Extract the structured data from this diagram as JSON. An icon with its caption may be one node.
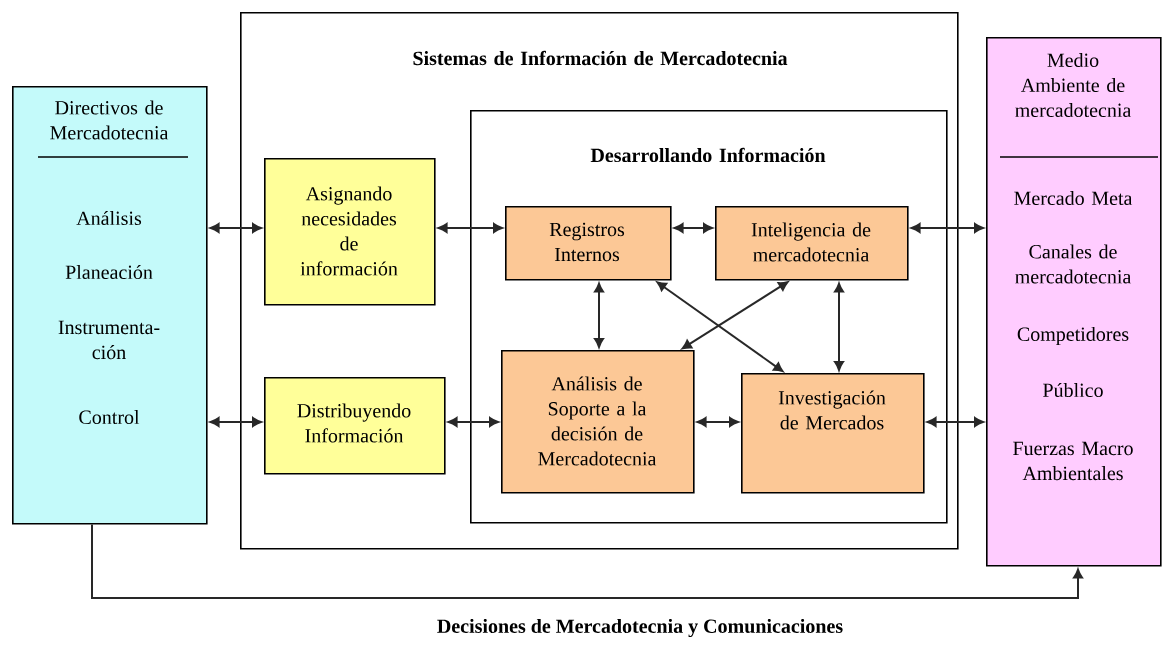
{
  "diagram": {
    "nodes": [
      {
        "text": [
          "Directivos de Mercadotecnia",
          "Análisis",
          "Planeación",
          "Instrumenta- ción",
          "Control"
        ]
      },
      {
        "text": [
          "Sistemas de Información de Mercadotecnia"
        ]
      },
      {
        "text": [
          "Desarrollando Información"
        ],
        "in": 1
      },
      {
        "text": [
          "Asignando necesidades de información"
        ],
        "in": 1
      },
      {
        "text": [
          "Distribuyendo Información"
        ],
        "in": 1
      },
      {
        "text": [
          "Registros Internos"
        ],
        "in": 2
      },
      {
        "text": [
          "Inteligencia de mercadotecnia"
        ],
        "in": 2
      },
      {
        "text": [
          "Análisis de Soporte a la decisión de Mercadotecnia"
        ],
        "in": 2
      },
      {
        "text": [
          "Investigación de Mercados"
        ],
        "in": 2
      },
      {
        "text": [
          "Medio Ambiente de mercadotecnia",
          "Mercado Meta",
          "Canales de mercadotecnia",
          "Competidores",
          "Público",
          "Fuerzas Macro Ambientales"
        ]
      }
    ],
    "edges": [
      {
        "from": 0,
        "to": 3,
        "arrow": "both"
      },
      {
        "from": 3,
        "to": 5,
        "arrow": "both"
      },
      {
        "from": 5,
        "to": 6,
        "arrow": "both"
      },
      {
        "from": 6,
        "to": 9,
        "arrow": "both"
      },
      {
        "from": 0,
        "to": 4,
        "arrow": "both"
      },
      {
        "from": 4,
        "to": 7,
        "arrow": "both"
      },
      {
        "from": 7,
        "to": 8,
        "arrow": "both"
      },
      {
        "from": 8,
        "to": 9,
        "arrow": "both"
      },
      {
        "from": 5,
        "to": 7,
        "arrow": "both"
      },
      {
        "from": 6,
        "to": 8,
        "arrow": "both"
      },
      {
        "from": 5,
        "to": 8,
        "arrow": "both"
      },
      {
        "from": 6,
        "to": 7,
        "arrow": "both"
      },
      {
        "from": 0,
        "to": 9,
        "arrow": "to"
      }
    ],
    "labels": [
      "Decisiones de Mercadotecnia y Comunicaciones"
    ]
  }
}
